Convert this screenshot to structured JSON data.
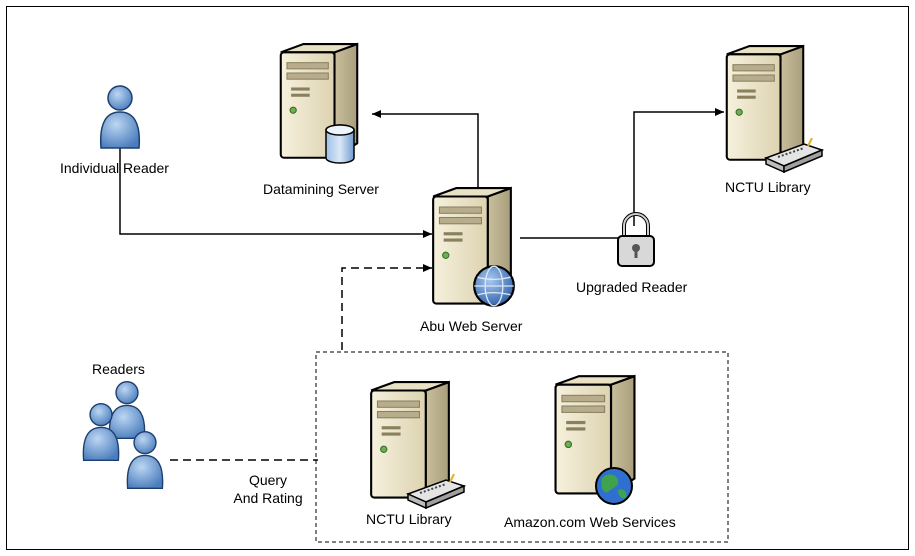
{
  "labels": {
    "individual_reader": "Individual Reader",
    "datamining_server": "Datamining Server",
    "nctu_library_top": "NCTU Library",
    "abu_web_server": "Abu Web Server",
    "upgraded_reader": "Upgraded Reader",
    "readers": "Readers",
    "query_line1": "Query",
    "query_line2": "And Rating",
    "nctu_library_bottom": "NCTU Library",
    "amazon_web_services": "Amazon.com Web Services"
  },
  "icons": {
    "individual_reader": "person-icon",
    "readers": "people-group-icon",
    "datamining_server": "database-server-icon",
    "abu_web_server": "web-server-icon",
    "nctu_library_top": "library-server-icon",
    "nctu_library_bottom": "library-server-icon",
    "amazon_web_services": "web-services-icon",
    "upgraded_reader": "padlock-icon"
  },
  "colors": {
    "server_body": "#efe9d2",
    "server_shadow": "#cfc6a5",
    "person_blue": "#5b8fc9",
    "globe_blue": "#3a6fc0",
    "line": "#000000"
  }
}
